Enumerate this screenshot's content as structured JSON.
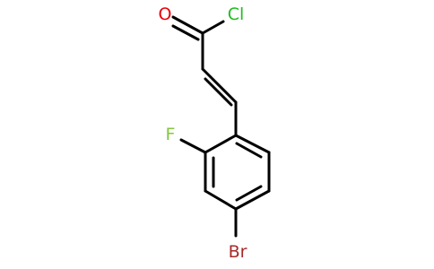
{
  "molecule": {
    "atoms": [
      {
        "label": "O",
        "color": "#e8000b"
      },
      {
        "label": "Cl",
        "color": "#1ebd1e"
      },
      {
        "label": "F",
        "color": "#82c83c"
      },
      {
        "label": "Br",
        "color": "#a52a2a"
      }
    ],
    "bond_color": "#000000",
    "background": "#ffffff"
  }
}
